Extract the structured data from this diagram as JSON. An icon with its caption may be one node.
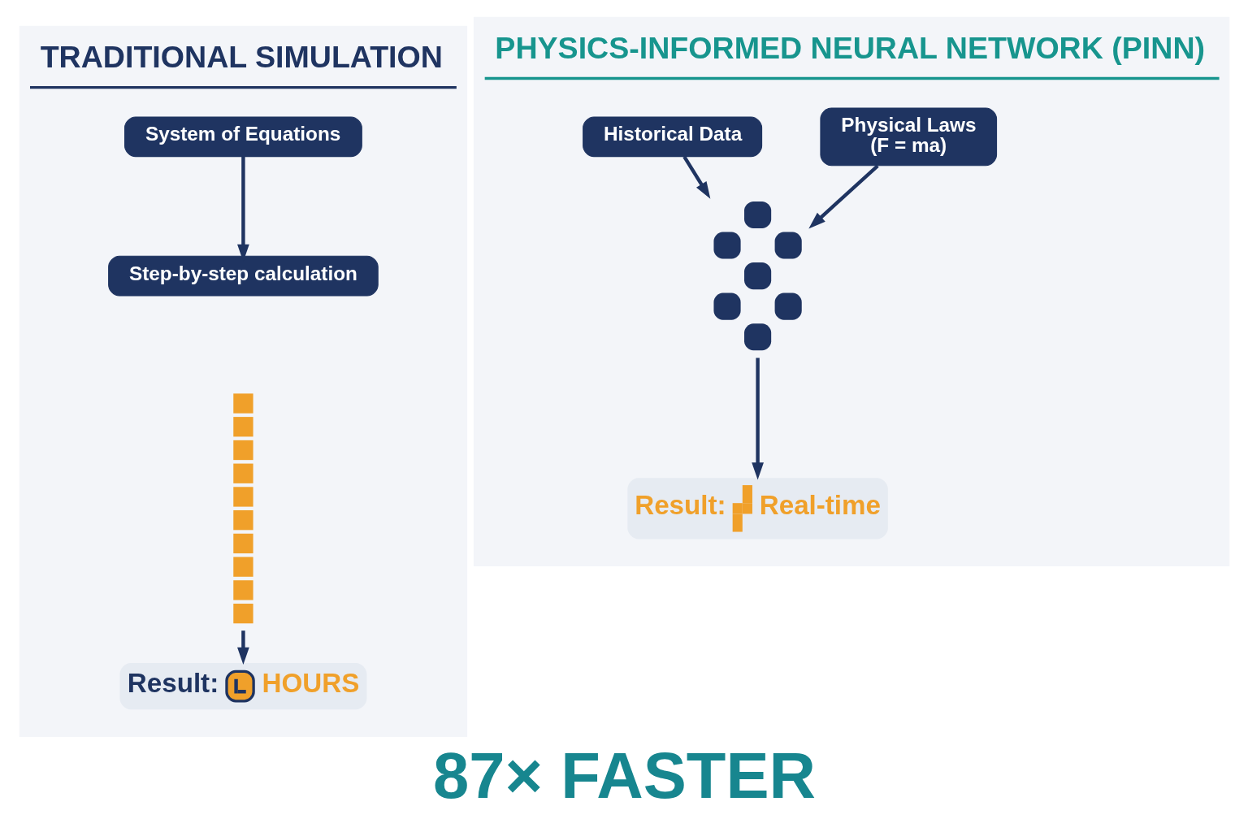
{
  "diagram": {
    "caption": "87× FASTER",
    "nodes": [
      {
        "text": [
          "TRADITIONAL SIMULATION"
        ]
      },
      {
        "text": [
          "System of Equations"
        ],
        "in": 0
      },
      {
        "text": [
          "Step-by-step calculation"
        ],
        "in": 0
      },
      {
        "text": [],
        "shape": "bar",
        "in": 0
      },
      {
        "text": [
          "Result:",
          "HOURS"
        ],
        "in": 0
      },
      {
        "text": [
          "PHYSICS-INFORMED NEURAL NETWORK (PINN)"
        ]
      },
      {
        "text": [
          "Historical Data"
        ],
        "in": 5
      },
      {
        "text": [
          "Physical Laws (F = ma)"
        ],
        "in": 5
      },
      {
        "text": [],
        "shape": "picture",
        "in": 5
      },
      {
        "text": [
          "Result:",
          "Real-time"
        ],
        "in": 5
      }
    ],
    "edges": [
      {
        "from": 1,
        "to": 2,
        "arrow": "to"
      },
      {
        "from": 3,
        "to": 4,
        "arrow": "to"
      },
      {
        "from": 6,
        "to": 8,
        "arrow": "to"
      },
      {
        "from": 7,
        "to": 8,
        "arrow": "to"
      },
      {
        "from": 8,
        "to": 9,
        "arrow": "to"
      }
    ]
  }
}
